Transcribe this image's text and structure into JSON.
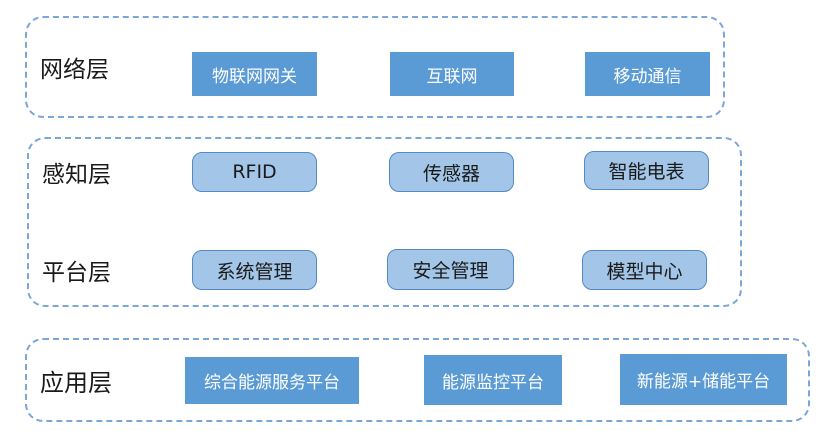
{
  "diagram": {
    "layers": [
      {
        "label": "网络层",
        "boxes": [
          "物联网网关",
          "互联网",
          "移动通信"
        ]
      },
      {
        "label": "感知层",
        "boxes": [
          "RFID",
          "传感器",
          "智能电表"
        ]
      },
      {
        "label": "平台层",
        "boxes": [
          "系统管理",
          "安全管理",
          "模型中心"
        ]
      },
      {
        "label": "应用层",
        "boxes": [
          "综合能源服务平台",
          "能源监控平台",
          "新能源+储能平台"
        ]
      }
    ],
    "colors": {
      "solid_box_fill": "#5B9BD5",
      "solid_box_text": "#FFFFFF",
      "light_box_fill": "#A3C6E8",
      "light_box_border": "#5389C6",
      "container_border": "#7CA5D8",
      "label_text": "#1A1A1A"
    }
  }
}
